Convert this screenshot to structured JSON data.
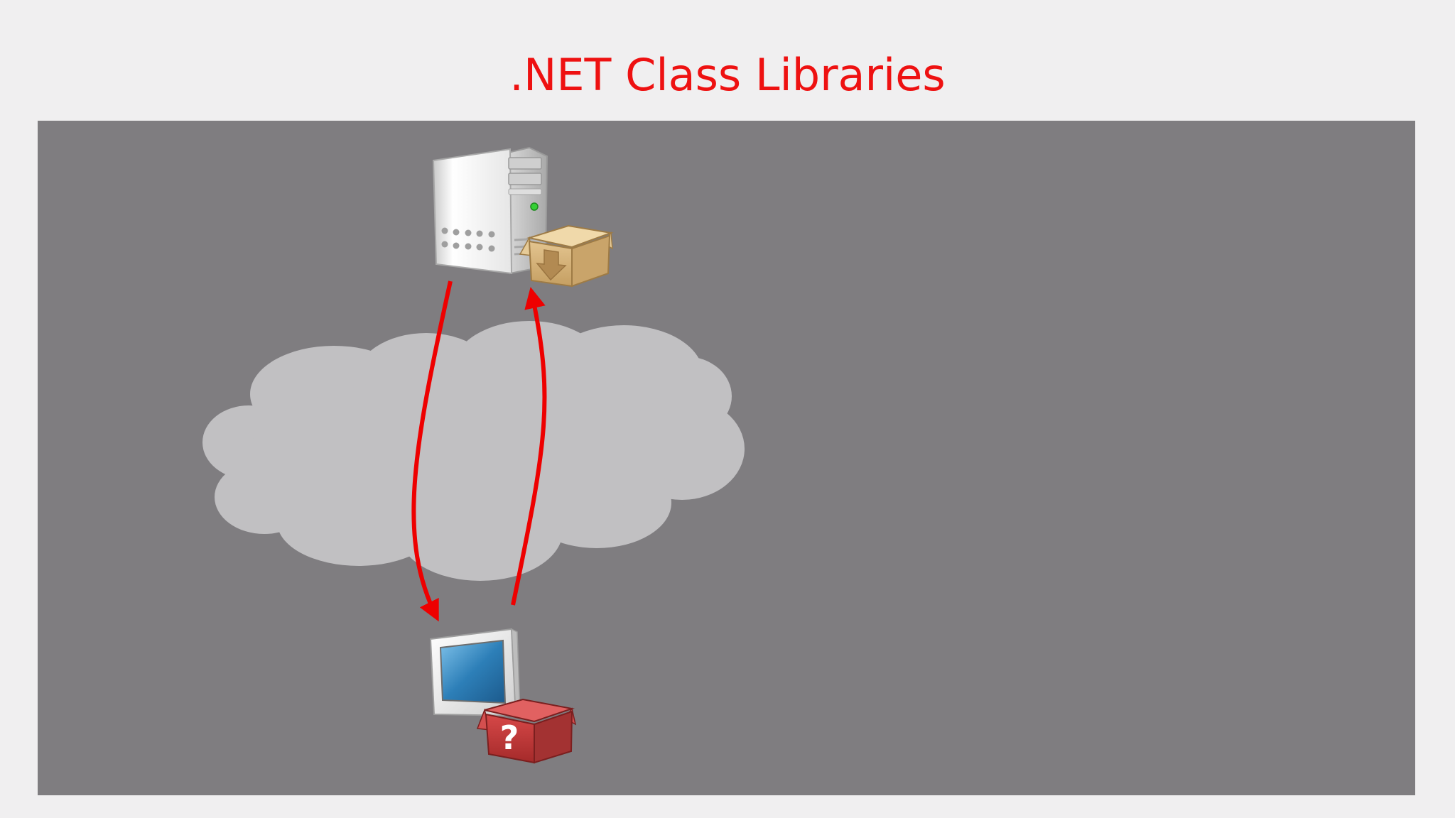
{
  "slide": {
    "title": ".NET Class Libraries"
  },
  "diagram": {
    "nodes": [
      {
        "id": "server",
        "icon": "server-with-package-icon",
        "package_state": "available"
      },
      {
        "id": "client",
        "icon": "computer-with-missing-package-icon",
        "package_state": "missing",
        "badge": "?"
      },
      {
        "id": "network",
        "icon": "cloud-icon"
      }
    ],
    "edges": [
      {
        "from": "server",
        "to": "client",
        "direction": "down"
      },
      {
        "from": "client",
        "to": "server",
        "direction": "up"
      }
    ]
  },
  "colors": {
    "title": "#ee1111",
    "panel": "#7f7d80",
    "background": "#f0eff0",
    "cloud": "#c1c0c2",
    "arrow": "#ee0000",
    "package_tan": "#d8b57c",
    "package_red": "#c23b3b",
    "screen": "#2d7fb8"
  }
}
